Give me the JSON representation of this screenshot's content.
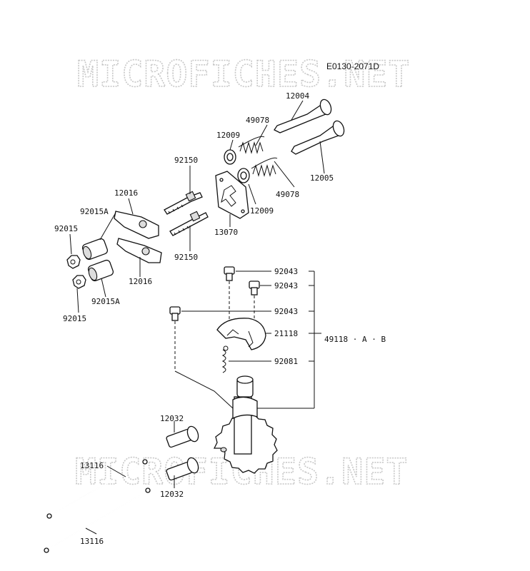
{
  "diagram_code": "E0130-2071D",
  "watermark": "MICROFICHES.NET",
  "part_labels": {
    "p12004": "12004",
    "p49078a": "49078",
    "p12009a": "12009",
    "p92150a": "92150",
    "p12005": "12005",
    "p49078b": "49078",
    "p12009b": "12009",
    "p13070": "13070",
    "p12016a": "12016",
    "p92015Aa": "92015A",
    "p92015a": "92015",
    "p92150b": "92150",
    "p12016b": "12016",
    "p92015Ab": "92015A",
    "p92015b": "92015",
    "p92043a": "92043",
    "p92043b": "92043",
    "p92043c": "92043",
    "p21118": "21118",
    "p49118": "49118 · A · B",
    "p92081": "92081",
    "p12032a": "12032",
    "p12032b": "12032",
    "p13116a": "13116",
    "p13116b": "13116"
  }
}
